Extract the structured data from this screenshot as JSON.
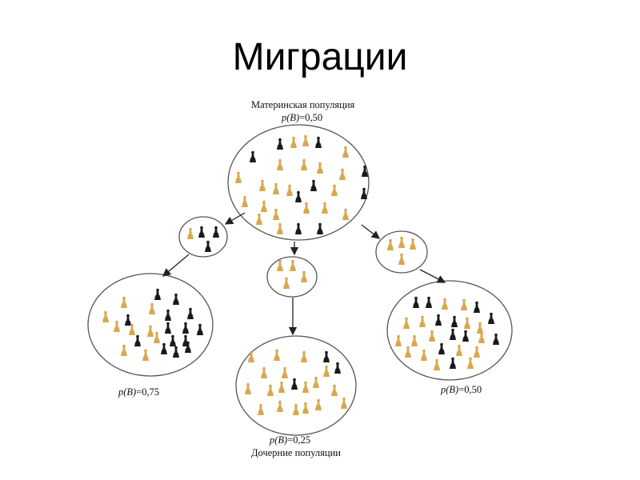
{
  "slide": {
    "title": "Миграции"
  },
  "diagram": {
    "mother": {
      "label": "Материнская популяция",
      "p_label": "p(B)",
      "p_value": "=0,50"
    },
    "left": {
      "p_label": "p(B)",
      "p_value": "=0,75"
    },
    "center": {
      "p_label": "p(B)",
      "p_value": "=0,25",
      "caption": "Дочерние популяции"
    },
    "right": {
      "p_label": "p(B)",
      "p_value": "=0,50"
    }
  },
  "colors": {
    "black_piece": "#1a1a1a",
    "gold_piece": "#d9a84e",
    "outline": "#555555"
  }
}
